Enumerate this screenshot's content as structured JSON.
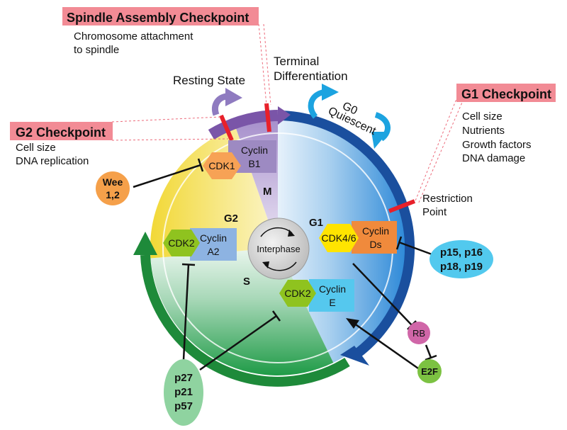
{
  "checkpoints": {
    "spindle": {
      "title": "Spindle Assembly Checkpoint",
      "desc_1": "Chromosome attachment",
      "desc_2": "to spindle"
    },
    "g2": {
      "title": "G2 Checkpoint",
      "desc_1": "Cell size",
      "desc_2": "DNA replication"
    },
    "g1": {
      "title": "G1 Checkpoint",
      "desc_1": "Cell size",
      "desc_2": "Nutrients",
      "desc_3": "Growth factors",
      "desc_4": "DNA damage"
    }
  },
  "states": {
    "resting": "Resting State",
    "terminal_1": "Terminal",
    "terminal_2": "Differentiation",
    "g0_1": "G0",
    "g0_2": "Quiescent",
    "restriction_1": "Restriction",
    "restriction_2": "Point"
  },
  "phases": {
    "m": "M",
    "g1": "G1",
    "g2": "G2",
    "s": "S",
    "center": "Interphase"
  },
  "complexes": {
    "cdk1": "CDK1",
    "cyclin_b1_1": "Cyclin",
    "cyclin_b1_2": "B1",
    "cdk2_a": "CDK2",
    "cyclin_a2_1": "Cyclin",
    "cyclin_a2_2": "A2",
    "cdk46": "CDK4/6",
    "cyclin_ds_1": "Cyclin",
    "cyclin_ds_2": "Ds",
    "cdk2_e": "CDK2",
    "cyclin_e_1": "Cyclin",
    "cyclin_e_2": "E"
  },
  "regulators": {
    "wee_1": "Wee",
    "wee_2": "1,2",
    "p15_1": "p15, p16",
    "p15_2": "p18, p19",
    "p27_1": "p27",
    "p27_2": "p21",
    "p27_3": "p57",
    "rb": "RB",
    "e2f": "E2F"
  },
  "colors": {
    "checkpoint_box": "#f28b95",
    "g1_arc": "#1a4f9e",
    "s_arc": "#1e8a3a",
    "m_arc": "#7a55a8",
    "checkpoint_bar": "#e8202a",
    "cdk_yellow": "#ffe400",
    "cdk_green": "#8fc31f",
    "cdk_orange": "#f7a255",
    "cyclin_orange": "#f08a3c",
    "cyclin_blue": "#8db3e2",
    "cyclin_purple": "#9d8ac2",
    "cyclin_cyan": "#55c8ee",
    "p15_cyan": "#52c9ee",
    "p27_green": "#8fd3a0",
    "wee_orange": "#f5a04a",
    "rb_pink": "#d066a8",
    "e2f_green": "#7cc242"
  }
}
